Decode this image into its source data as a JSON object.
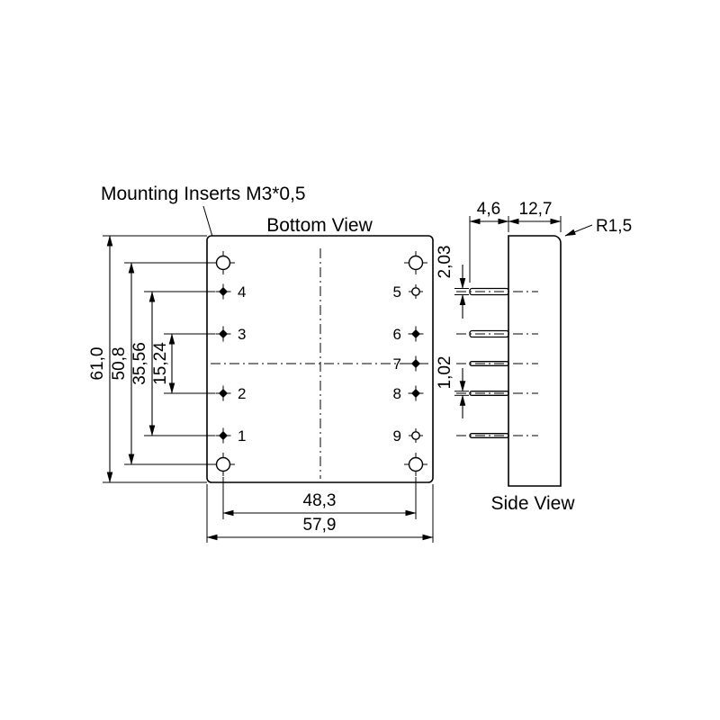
{
  "annotation": {
    "mounting_label": "Mounting Inserts M3*0,5"
  },
  "bottom_view": {
    "title": "Bottom View",
    "pin_labels_left": [
      "4",
      "3",
      "2",
      "1"
    ],
    "pin_labels_right": [
      "5",
      "6",
      "7",
      "8",
      "9"
    ],
    "dim_outer_height": "61,0",
    "dim_hole_spacing_v": "50,8",
    "dim_pin_span_outer": "35,56",
    "dim_pin_span_inner": "15,24",
    "dim_hole_spacing_h": "48,3",
    "dim_outer_width": "57,9"
  },
  "side_view": {
    "title": "Side View",
    "dim_pin_protrusion": "4,6",
    "dim_depth": "12,7",
    "dim_corner_radius": "R1,5",
    "dim_pin_thickness_large": "2,03",
    "dim_pin_thickness_small": "1,02"
  },
  "colors": {
    "line": "#000000",
    "background": "#ffffff"
  }
}
